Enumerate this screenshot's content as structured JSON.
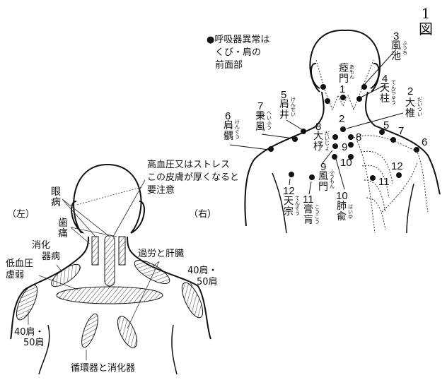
{
  "figure_label": "1図",
  "note_lines": [
    "●呼吸器異常は",
    "くび・肩の",
    "前面部"
  ],
  "points": [
    {
      "num": "1",
      "name": "瘂門",
      "reading": "あもん"
    },
    {
      "num": "2",
      "name": "大椎",
      "reading": "だいつい"
    },
    {
      "num": "3",
      "name": "風池",
      "reading": "ふうち"
    },
    {
      "num": "4",
      "name": "天柱",
      "reading": "てんちゅう"
    },
    {
      "num": "5",
      "name": "肩井",
      "reading": "けんせい"
    },
    {
      "num": "6",
      "name": "肩髃",
      "reading": "けんぐう"
    },
    {
      "num": "7",
      "name": "秉風",
      "reading": "へいふう"
    },
    {
      "num": "8",
      "name": "大杼",
      "reading": "だいじょ"
    },
    {
      "num": "9",
      "name": "風門",
      "reading": "ふうもん"
    },
    {
      "num": "10",
      "name": "肺兪",
      "reading": "はいゆ"
    },
    {
      "num": "11",
      "name": "膏肓",
      "reading": "こうこう"
    },
    {
      "num": "12",
      "name": "天宗",
      "reading": "てんそう"
    }
  ],
  "right_side_nums": {
    "n5": "5",
    "n7": "7",
    "n6": "6",
    "n8": "8",
    "n9": "9",
    "n10": "10",
    "n11": "11",
    "n12": "12"
  },
  "left_figure": {
    "side_left": "（左）",
    "side_right": "（右）",
    "hypertension": [
      "高血圧又はストレス",
      "この皮膚が厚くなると",
      "要注意"
    ],
    "eye": "眼病",
    "tooth": "歯痛",
    "digestive": [
      "消化",
      "器病"
    ],
    "low_bp": [
      "低血圧",
      "虚弱"
    ],
    "fatigue_liver": "過労と肝臓",
    "frozen_shoulder_right": [
      "40肩・",
      "50肩"
    ],
    "frozen_shoulder_left": [
      "40肩・",
      "50肩"
    ],
    "circulatory": "循環器と消化器"
  }
}
